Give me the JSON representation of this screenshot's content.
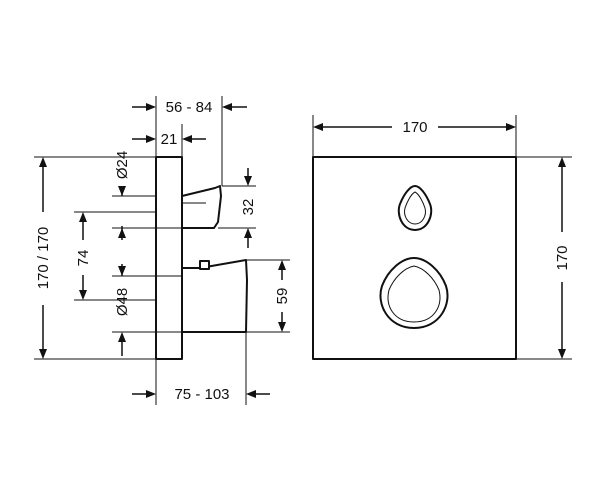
{
  "side_view": {
    "depth_range_top": "56 - 84",
    "plate_thickness": "21",
    "diameter_small": "Ø24",
    "upper_handle_height": "32",
    "height_total": "170 / 170",
    "center_distance": "74",
    "diameter_large": "Ø48",
    "lower_handle_height": "59",
    "depth_range_bottom": "75 - 103"
  },
  "front_view": {
    "width": "170",
    "height": "170"
  }
}
